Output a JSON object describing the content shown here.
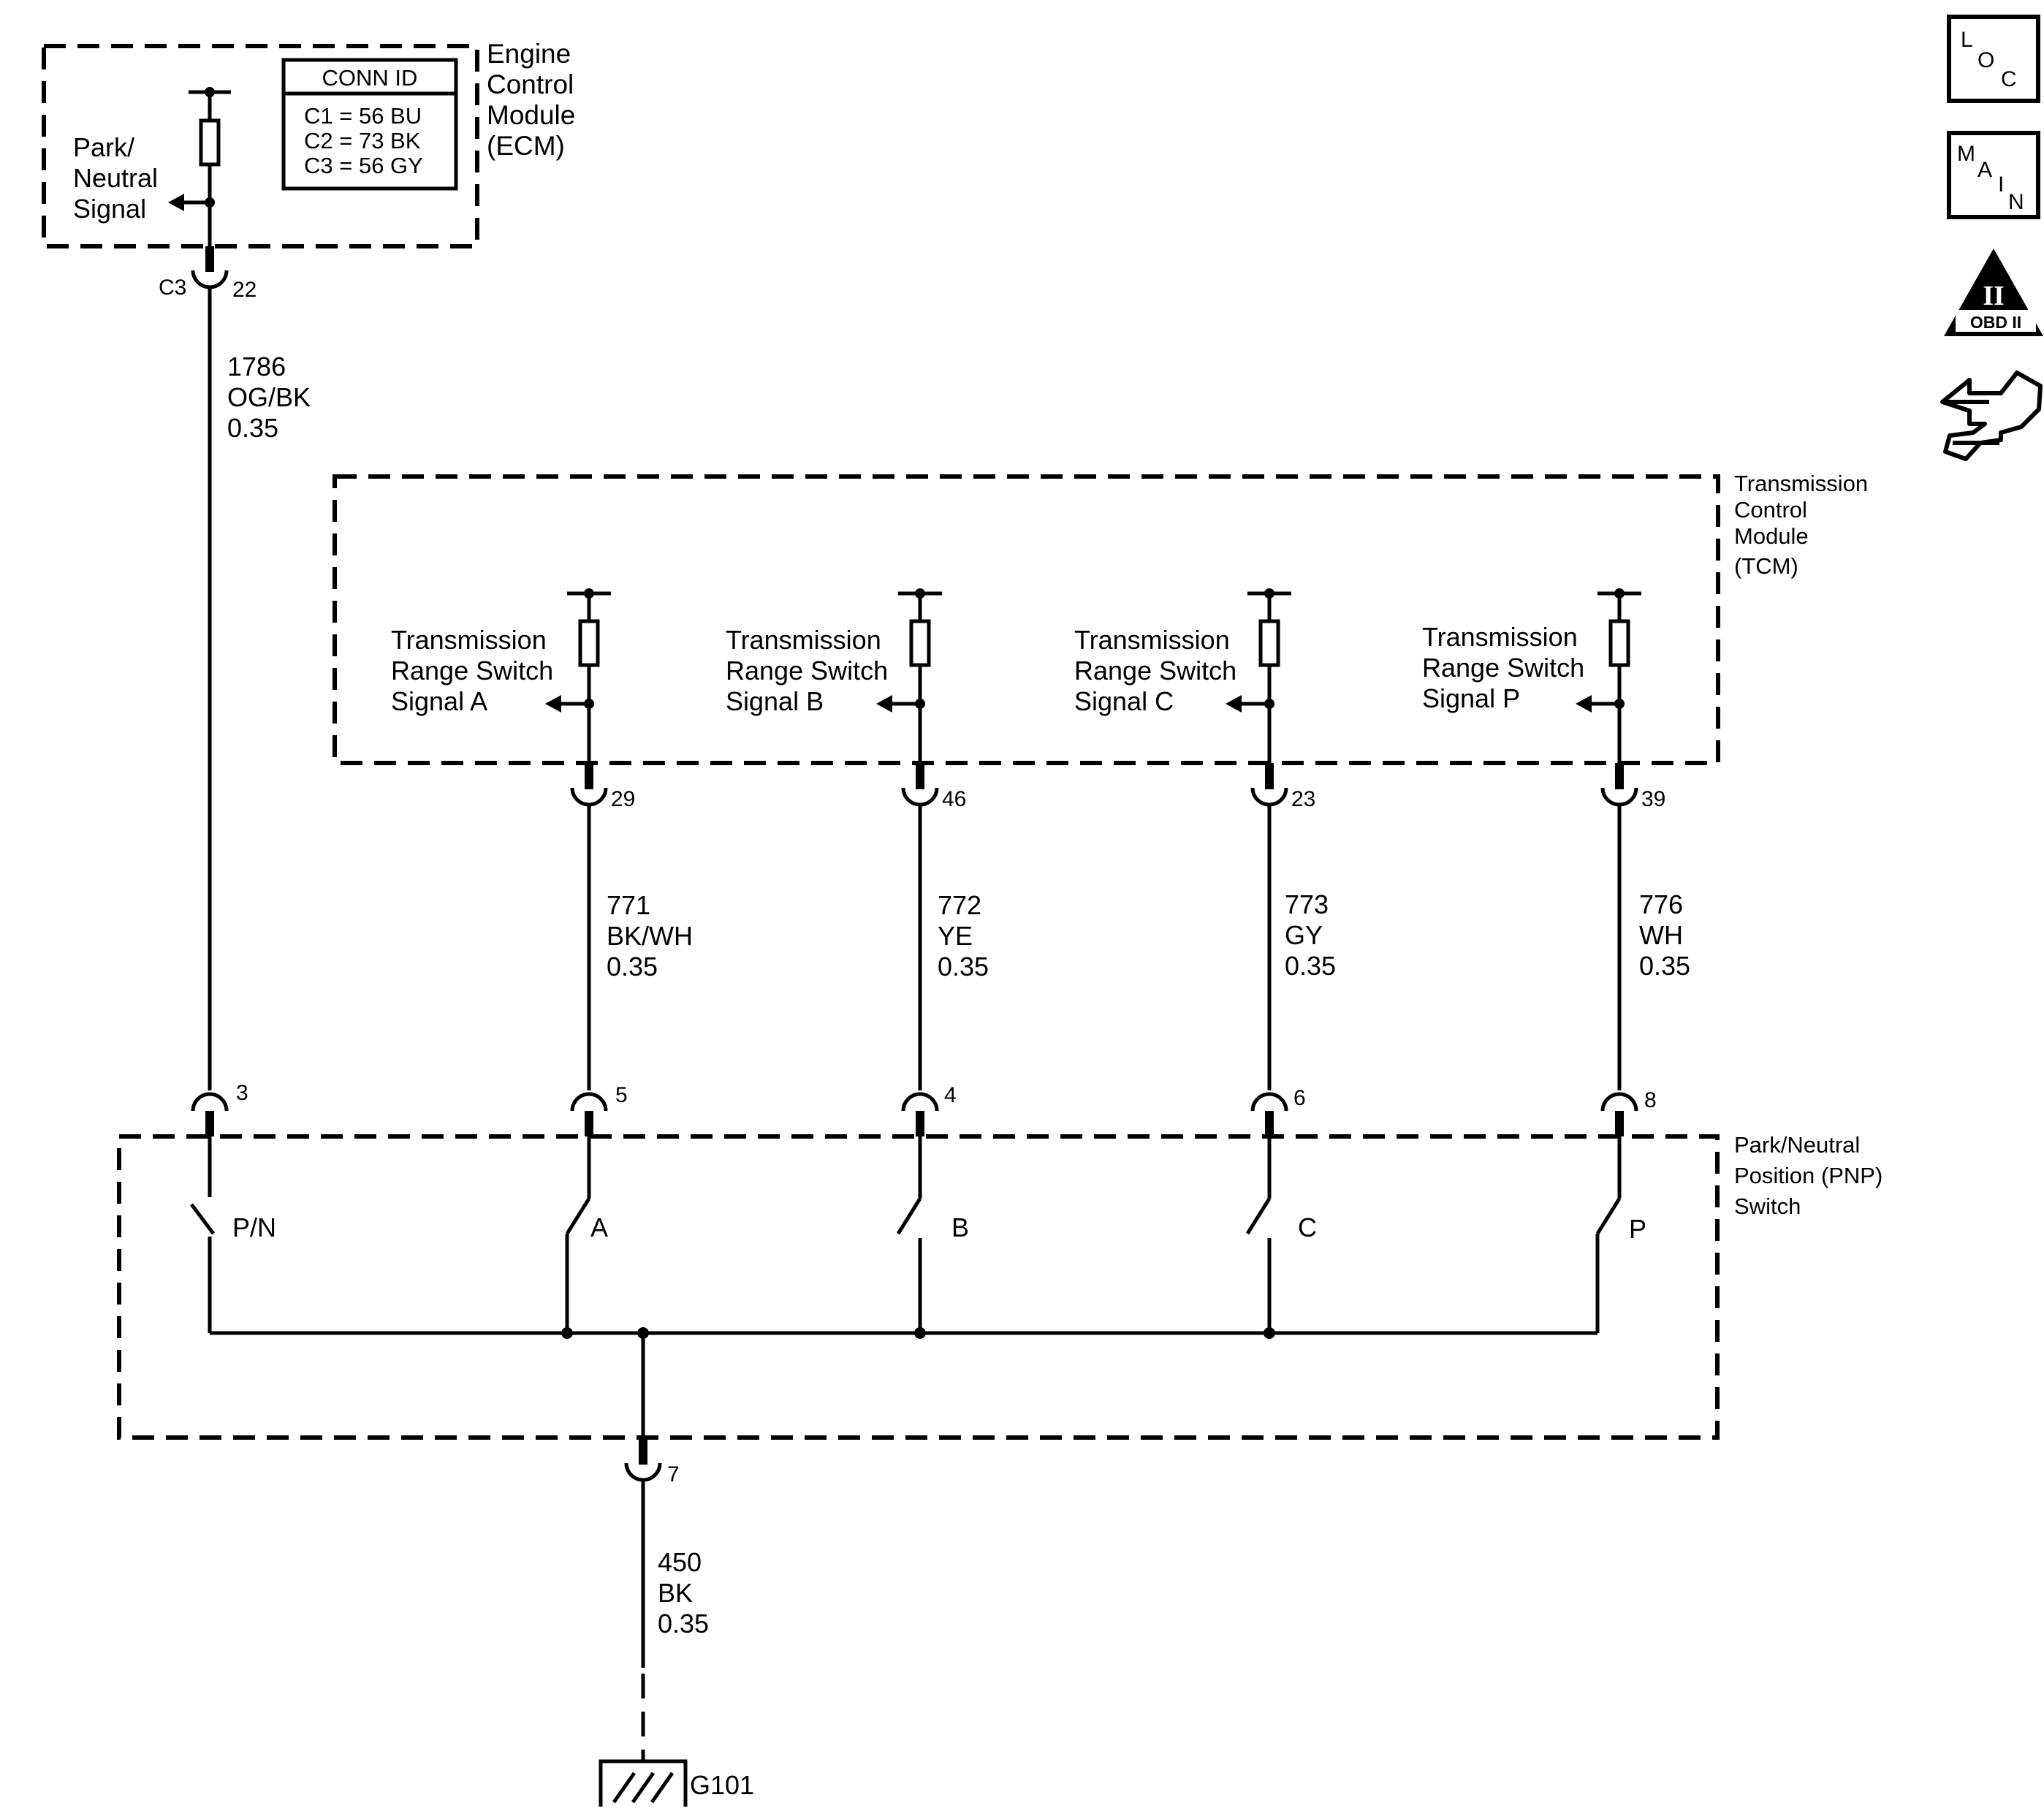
{
  "ecm": {
    "title_lines": [
      "Engine",
      "Control",
      "Module",
      "(ECM)"
    ],
    "signal_lines": [
      "Park/",
      "Neutral",
      "Signal"
    ],
    "conn_id": {
      "header": "CONN ID",
      "rows": [
        "C1 = 56 BU",
        "C2 = 73 BK",
        "C3 = 56 GY"
      ]
    },
    "connector": "C3",
    "pin": "22"
  },
  "ecm_wire": {
    "circuit": "1786",
    "color": "OG/BK",
    "gauge": "0.35"
  },
  "tcm": {
    "title_lines": [
      "Transmission",
      "Control",
      "Module",
      "(TCM)"
    ],
    "signals": [
      {
        "lines": [
          "Transmission",
          "Range Switch",
          "Signal A"
        ],
        "pin": "29",
        "circuit": "771",
        "color": "BK/WH",
        "gauge": "0.35"
      },
      {
        "lines": [
          "Transmission",
          "Range Switch",
          "Signal B"
        ],
        "pin": "46",
        "circuit": "772",
        "color": "YE",
        "gauge": "0.35"
      },
      {
        "lines": [
          "Transmission",
          "Range Switch",
          "Signal C"
        ],
        "pin": "23",
        "circuit": "773",
        "color": "GY",
        "gauge": "0.35"
      },
      {
        "lines": [
          "Transmission",
          "Range Switch",
          "Signal P"
        ],
        "pin": "39",
        "circuit": "776",
        "color": "WH",
        "gauge": "0.35"
      }
    ]
  },
  "pnp": {
    "title_lines": [
      "Park/Neutral",
      "Position (PNP)",
      "Switch"
    ],
    "switches": [
      {
        "label": "P/N",
        "pin": "3"
      },
      {
        "label": "A",
        "pin": "5"
      },
      {
        "label": "B",
        "pin": "4"
      },
      {
        "label": "C",
        "pin": "6"
      },
      {
        "label": "P",
        "pin": "8"
      }
    ],
    "ground_pin": "7"
  },
  "ground_wire": {
    "circuit": "450",
    "color": "BK",
    "gauge": "0.35"
  },
  "ground": {
    "label": "G101"
  },
  "side_icons": {
    "loc": [
      "L",
      "O",
      "C"
    ],
    "main": [
      "M",
      "A",
      "I",
      "N"
    ],
    "obd": {
      "numeral": "II",
      "text": "OBD II"
    },
    "icon_names": [
      "loc-icon",
      "main-icon",
      "obd-ii-icon",
      "hand-arrows-icon"
    ]
  }
}
